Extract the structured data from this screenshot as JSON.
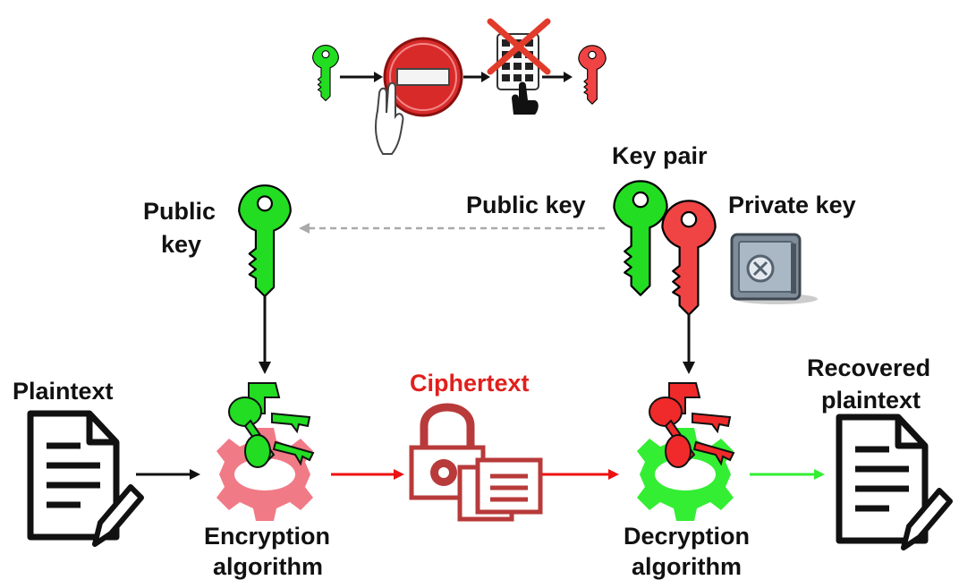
{
  "labels": {
    "key_pair": "Key pair",
    "public_key_pair": "Public key",
    "private_key": "Private key",
    "public_key_line1": "Public",
    "public_key_line2": "key",
    "plaintext": "Plaintext",
    "ciphertext": "Ciphertext",
    "recovered_line1": "Recovered",
    "recovered_line2": "plaintext",
    "encryption_line1": "Encryption",
    "encryption_line2": "algorithm",
    "decryption_line1": "Decryption",
    "decryption_line2": "algorithm"
  },
  "colors": {
    "public_key": "#22dd22",
    "private_key": "#f04444",
    "encryption_gear": "#f07a86",
    "decryption_gear": "#33ee33",
    "ciphertext": "#b83a3a",
    "arrow_red": "#ee1111",
    "arrow_green": "#33ee33",
    "arrow_gray": "#aaaaaa",
    "stop_sign": "#d92a2a"
  },
  "icons": {
    "top_strip": [
      "green-key-icon",
      "stop-sign-icon",
      "hand-icon",
      "crossed-keypad-icon",
      "red-key-icon"
    ],
    "pair": [
      "green-key-icon",
      "red-key-icon",
      "safe-icon"
    ],
    "pipeline": [
      "document-icon",
      "gear-icon",
      "padlock-icon",
      "gear-icon",
      "document-icon"
    ]
  }
}
